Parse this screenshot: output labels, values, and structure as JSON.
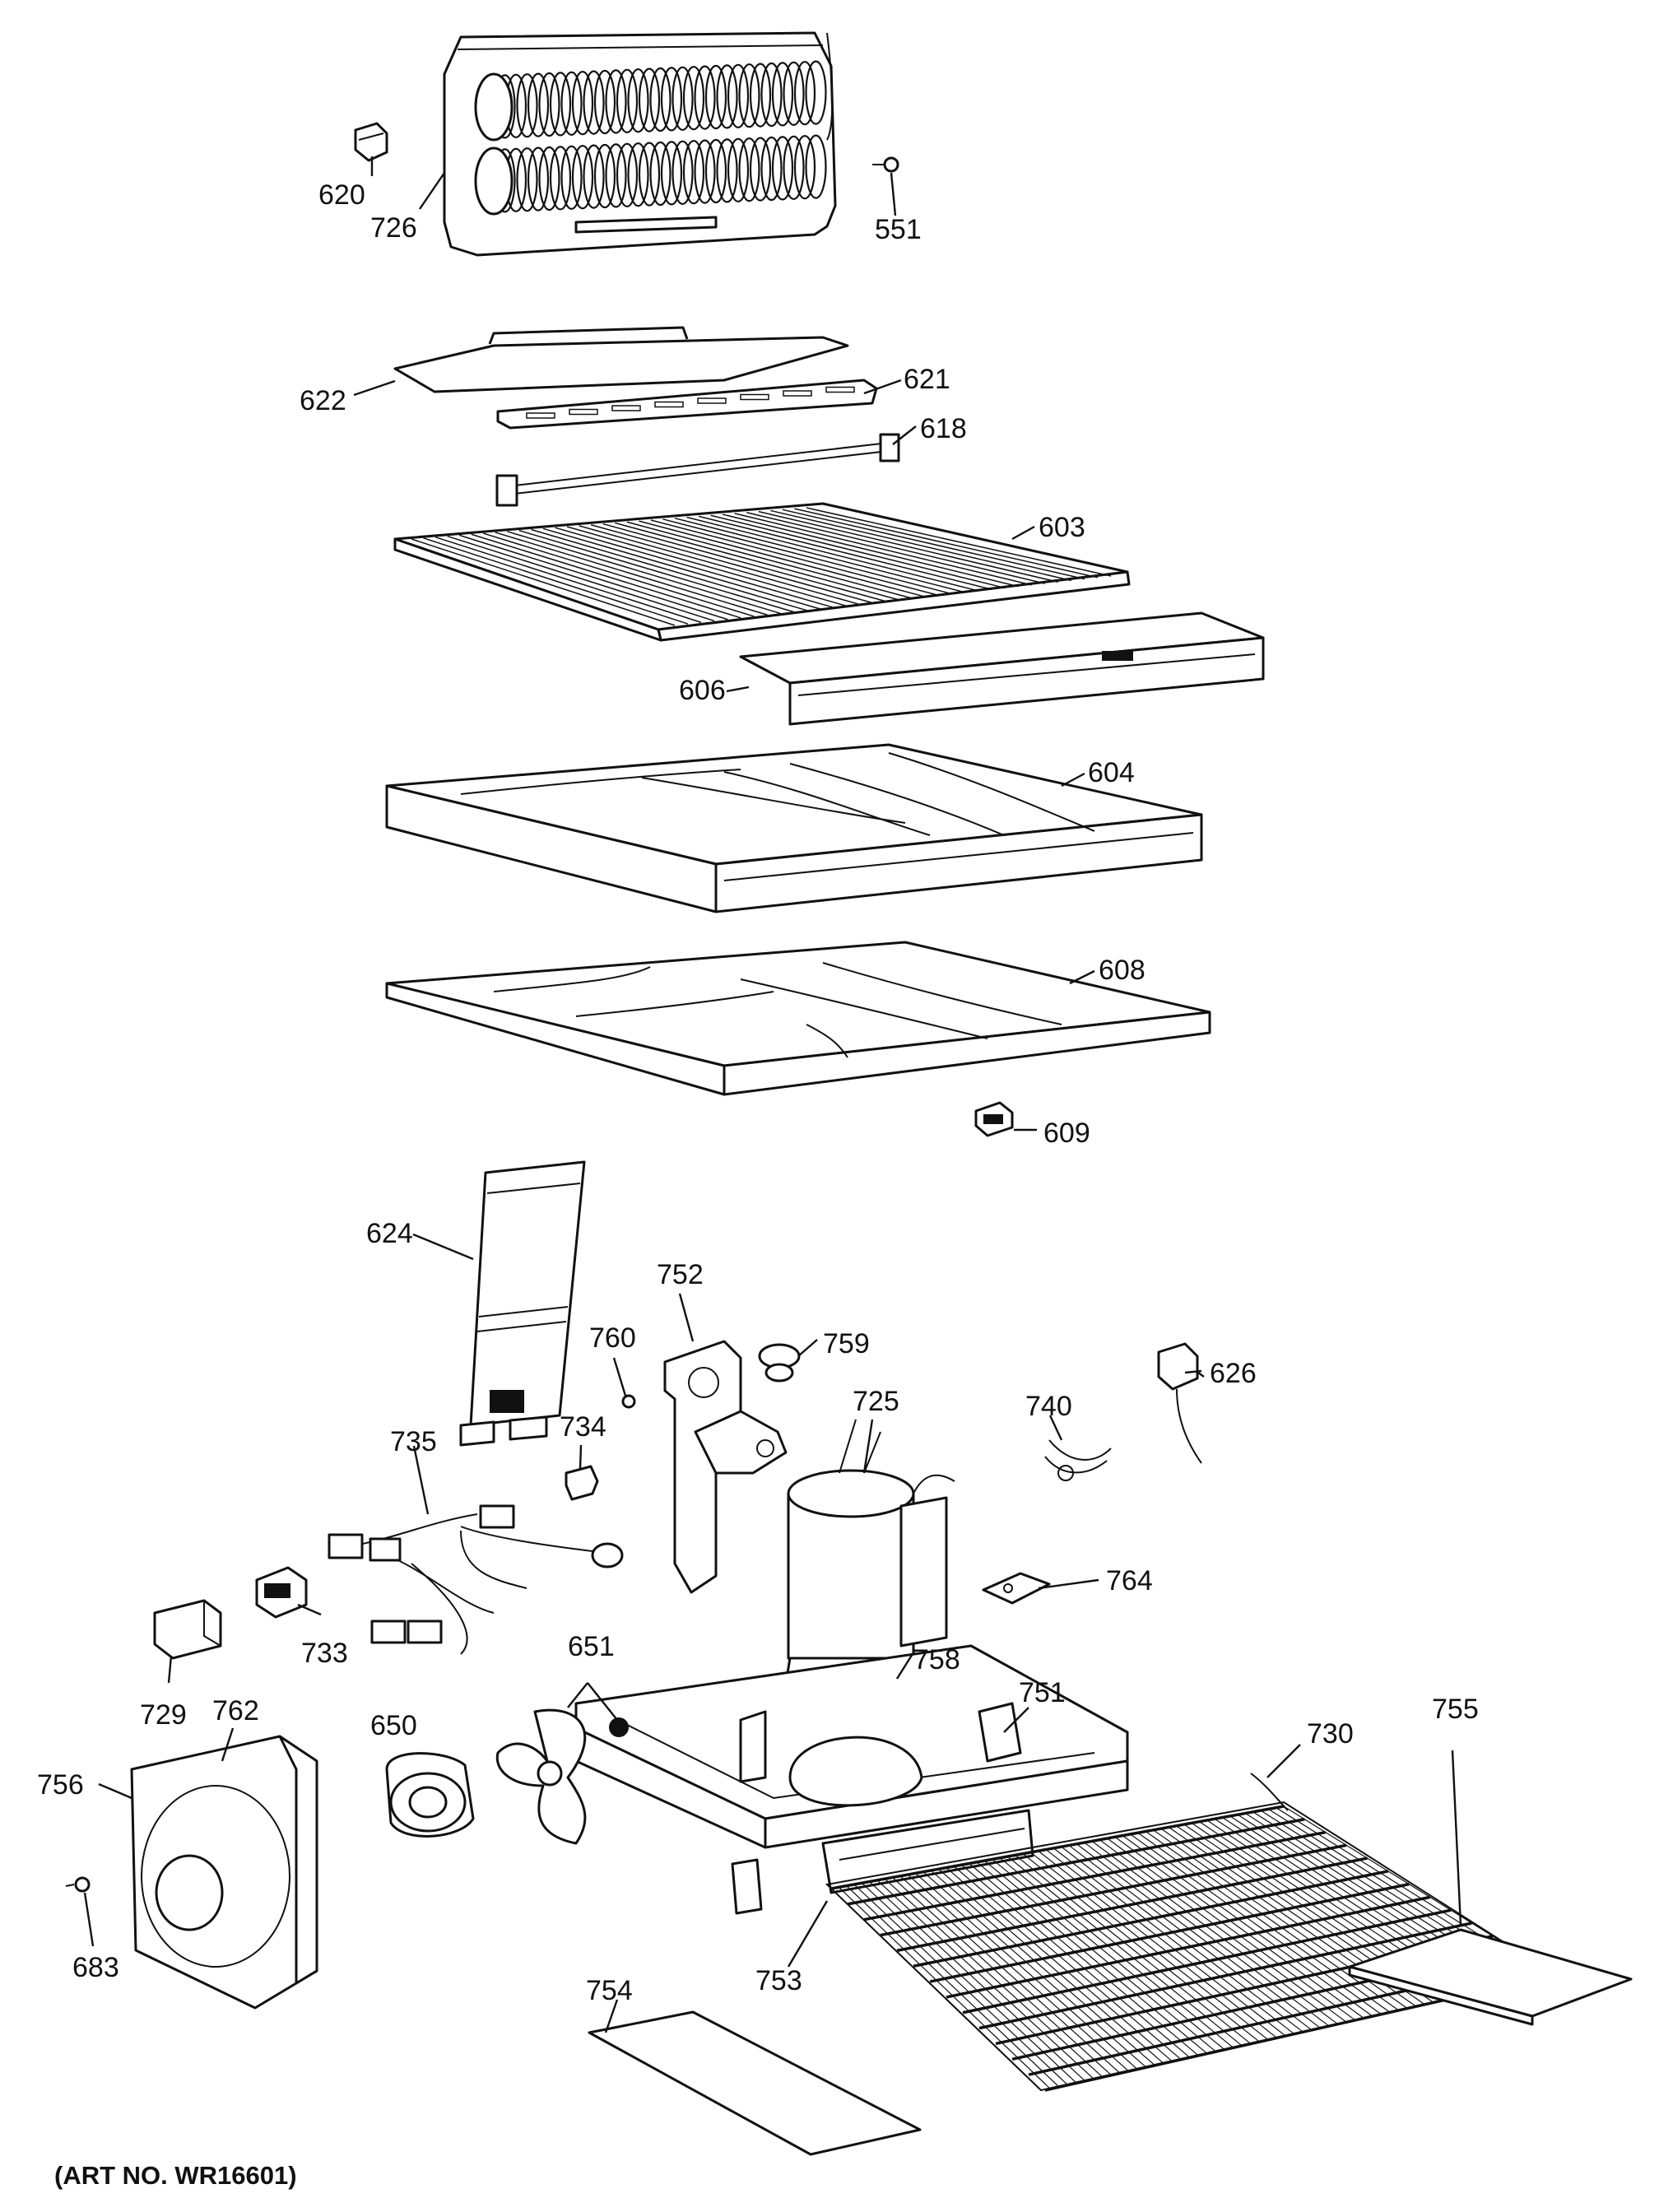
{
  "labels": {
    "p551": "551",
    "p603": "603",
    "p604": "604",
    "p606": "606",
    "p608": "608",
    "p609": "609",
    "p618": "618",
    "p620": "620",
    "p621": "621",
    "p622": "622",
    "p624": "624",
    "p626": "626",
    "p650": "650",
    "p651": "651",
    "p683": "683",
    "p725": "725",
    "p726": "726",
    "p729": "729",
    "p730": "730",
    "p733": "733",
    "p734": "734",
    "p735": "735",
    "p740": "740",
    "p751": "751",
    "p752": "752",
    "p753": "753",
    "p754": "754",
    "p755": "755",
    "p756": "756",
    "p758": "758",
    "p759": "759",
    "p760": "760",
    "p762": "762",
    "p764": "764"
  },
  "footer": {
    "art_no": "(ART NO. WR16601)"
  }
}
